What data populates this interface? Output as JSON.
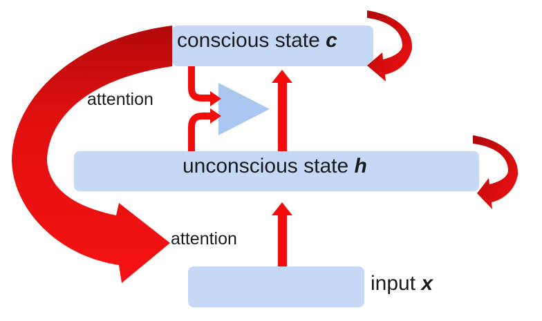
{
  "nodes": {
    "conscious": {
      "text": "conscious state ",
      "variable": "c"
    },
    "unconscious": {
      "text": "unconscious state ",
      "variable": "h"
    },
    "input": {
      "text": "input ",
      "variable": "x"
    }
  },
  "edges": {
    "attention_top": "attention",
    "attention_bottom": "attention"
  },
  "colors": {
    "box_fill": "#c5d9f7",
    "arrow_red": "#f20d0d",
    "arrow_dark_red": "#b80a0a",
    "text": "#1a1a1a"
  }
}
